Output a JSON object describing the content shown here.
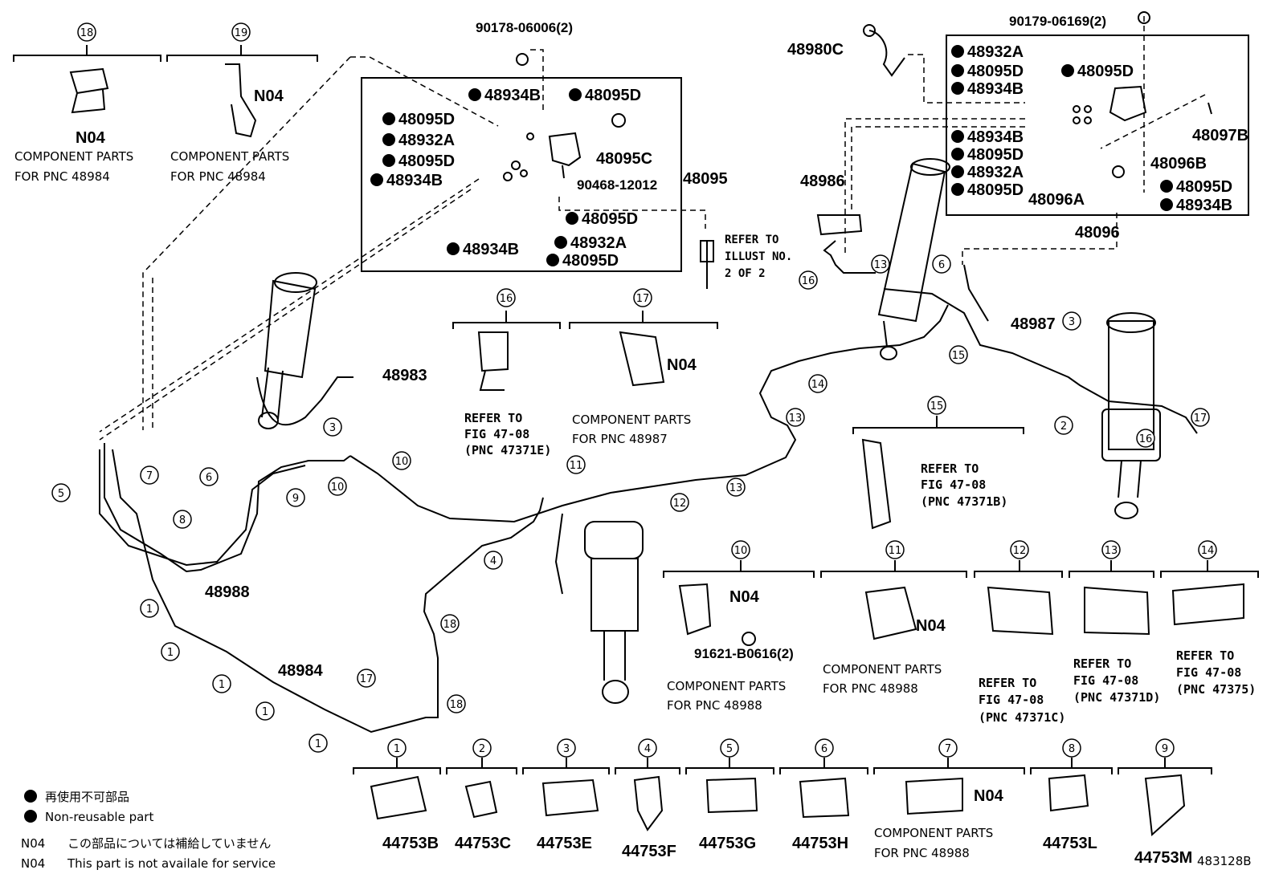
{
  "diagram_id": "483128B",
  "part_labels": {
    "p48095": "48095",
    "p48096": "48096",
    "p48983": "48983",
    "p48984": "48984",
    "p48986": "48986",
    "p48987": "48987",
    "p48988": "48988",
    "p48980C": "48980C",
    "p48097B": "48097B",
    "p48096B": "48096B",
    "p48096A": "48096A",
    "p48095C": "48095C",
    "p90178": "90178-06006(2)",
    "p90179": "90179-06169(2)",
    "p90468": "90468-12012",
    "p91621": "91621-B0616(2)"
  },
  "kit_left": [
    {
      "label": "48934B",
      "bullet": true
    },
    {
      "label": "48095D",
      "bullet": true
    },
    {
      "label": "48095D",
      "bullet": true
    },
    {
      "label": "48932A",
      "bullet": true
    },
    {
      "label": "48095D",
      "bullet": true
    },
    {
      "label": "48934B",
      "bullet": true
    },
    {
      "label": "48095D",
      "bullet": true
    },
    {
      "label": "48932A",
      "bullet": true
    },
    {
      "label": "48934B",
      "bullet": true
    },
    {
      "label": "48095D",
      "bullet": true
    }
  ],
  "kit_right": [
    {
      "label": "48932A",
      "bullet": true
    },
    {
      "label": "48095D",
      "bullet": true
    },
    {
      "label": "48934B",
      "bullet": true
    },
    {
      "label": "48095D",
      "bullet": true
    },
    {
      "label": "48934B",
      "bullet": true
    },
    {
      "label": "48095D",
      "bullet": true
    },
    {
      "label": "48932A",
      "bullet": true
    },
    {
      "label": "48095D",
      "bullet": true
    },
    {
      "label": "48095D",
      "bullet": true
    },
    {
      "label": "48934B",
      "bullet": true
    }
  ],
  "refer_illust": [
    "REFER TO",
    "ILLUST NO.",
    "2 OF 2"
  ],
  "insets": [
    {
      "num": "18",
      "lines": [
        "COMPONENT PARTS",
        "FOR PNC 48984"
      ],
      "tag": "N04"
    },
    {
      "num": "19",
      "lines": [
        "COMPONENT PARTS",
        "FOR PNC 48984"
      ],
      "tag": "N04"
    },
    {
      "num": "16",
      "lines": [
        "REFER TO",
        "FIG 47-08",
        "(PNC 47371E)"
      ]
    },
    {
      "num": "17",
      "lines": [
        "COMPONENT PARTS",
        "FOR PNC 48987"
      ],
      "tag": "N04"
    },
    {
      "num": "15",
      "lines": [
        "REFER TO",
        "FIG 47-08",
        "(PNC 47371B)"
      ]
    },
    {
      "num": "10",
      "lines": [
        "COMPONENT PARTS",
        "FOR PNC 48988"
      ],
      "tag": "N04"
    },
    {
      "num": "11",
      "lines": [
        "COMPONENT PARTS",
        "FOR PNC 48988"
      ],
      "tag": "N04"
    },
    {
      "num": "12",
      "lines": [
        "REFER TO",
        "FIG 47-08",
        "(PNC 47371C)"
      ]
    },
    {
      "num": "13",
      "lines": [
        "REFER TO",
        "FIG 47-08",
        "(PNC 47371D)"
      ]
    },
    {
      "num": "14",
      "lines": [
        "REFER TO",
        "FIG 47-08",
        "(PNC 47375)"
      ]
    }
  ],
  "bottom_clamps": [
    {
      "num": "1",
      "part": "44753B"
    },
    {
      "num": "2",
      "part": "44753C"
    },
    {
      "num": "3",
      "part": "44753E"
    },
    {
      "num": "4",
      "part": "44753F"
    },
    {
      "num": "5",
      "part": "44753G"
    },
    {
      "num": "6",
      "part": "44753H"
    },
    {
      "num": "7",
      "part": "",
      "tag": "N04",
      "lines": [
        "COMPONENT PARTS",
        "FOR PNC 48988"
      ]
    },
    {
      "num": "8",
      "part": "44753L"
    },
    {
      "num": "9",
      "part": "44753M"
    }
  ],
  "callouts": [
    "1",
    "1",
    "1",
    "1",
    "1",
    "2",
    "3",
    "3",
    "4",
    "5",
    "6",
    "6",
    "7",
    "8",
    "9",
    "10",
    "10",
    "11",
    "12",
    "13",
    "13",
    "13",
    "14",
    "15",
    "16",
    "16",
    "17",
    "17",
    "18",
    "18",
    "19"
  ],
  "legend": {
    "jp1": "再使用不可部品",
    "en1": "Non-reusable part",
    "tag": "N04",
    "jp2": "この部品については補給していません",
    "en2": "This part is not availale for service"
  }
}
